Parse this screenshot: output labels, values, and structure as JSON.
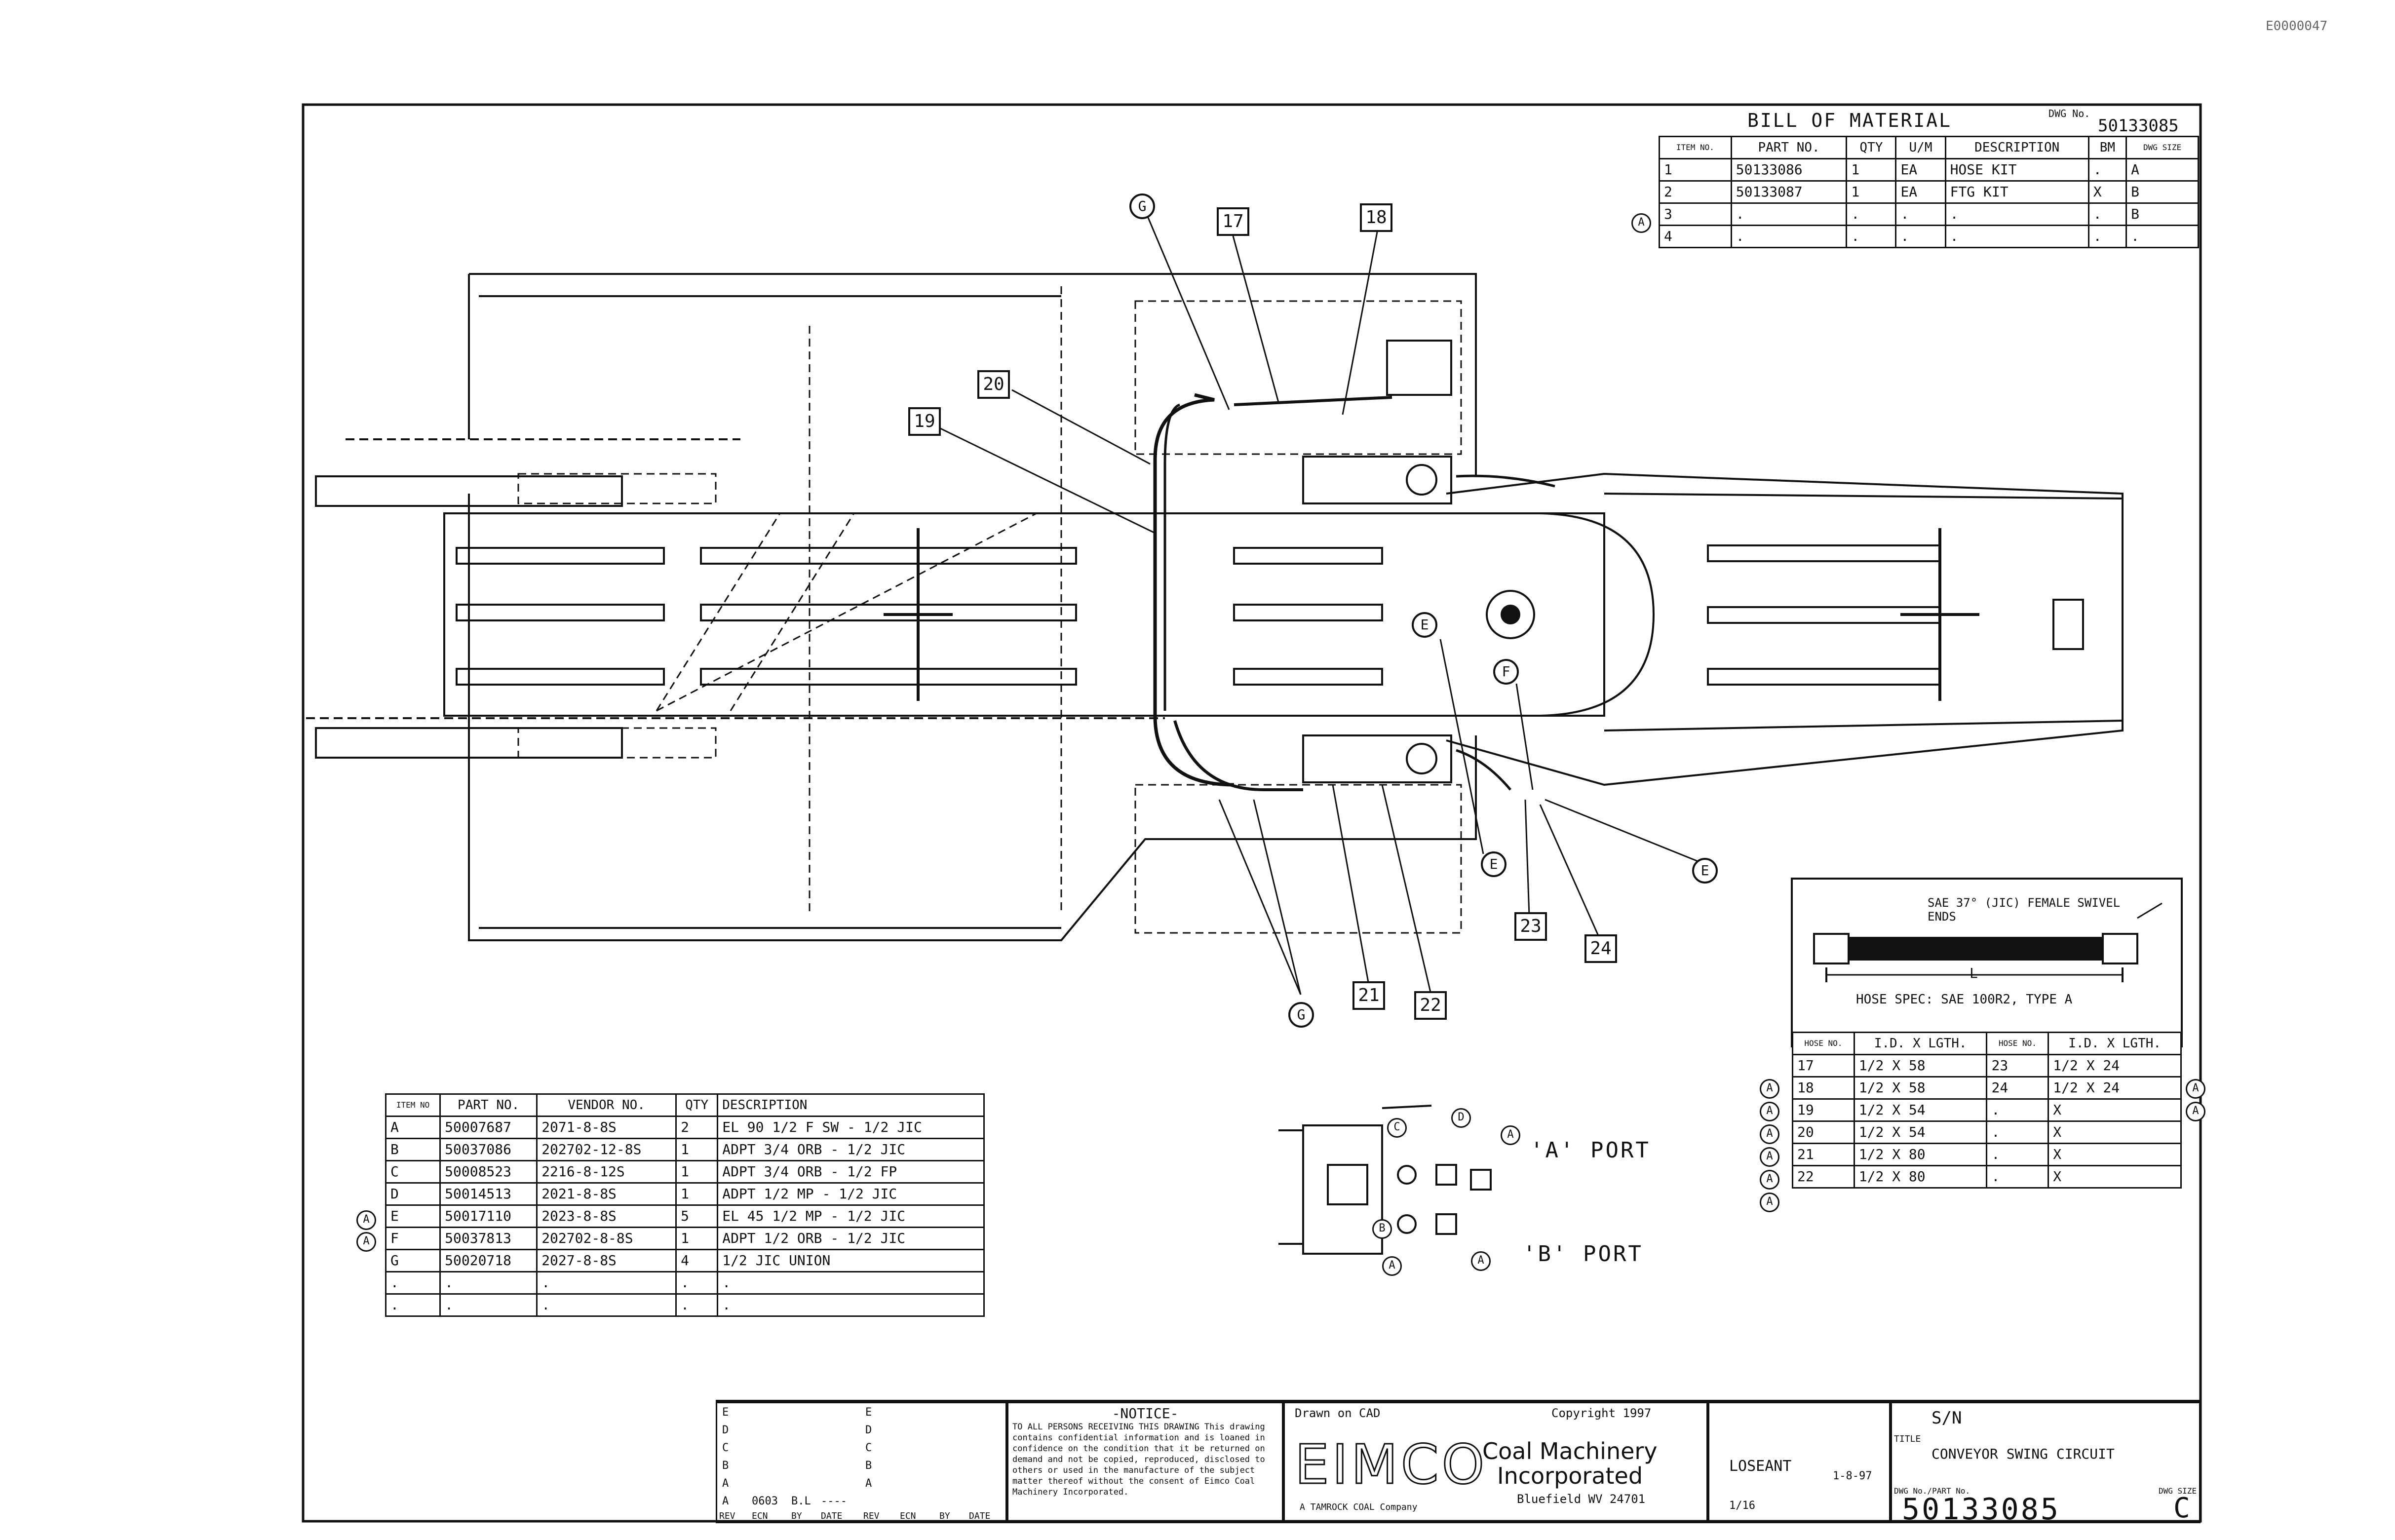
{
  "page_stamp": "E0000047",
  "bill_of_material": {
    "title": "BILL OF MATERIAL",
    "drawing_number_label": "DWG No.",
    "drawing_number": "50133085",
    "headers": [
      "ITEM NO.",
      "PART NO.",
      "QTY",
      "U/M",
      "DESCRIPTION",
      "BM",
      "DWG SIZE"
    ],
    "rows": [
      {
        "item": "1",
        "part": "50133086",
        "qty": "1",
        "um": "EA",
        "desc": "HOSE KIT",
        "bm": ".",
        "size": "A"
      },
      {
        "item": "2",
        "part": "50133087",
        "qty": "1",
        "um": "EA",
        "desc": "FTG KIT",
        "bm": "X",
        "size": "B"
      },
      {
        "item": "3",
        "part": ".",
        "qty": ".",
        "um": ".",
        "desc": ".",
        "bm": ".",
        "size": "B"
      },
      {
        "item": "4",
        "part": ".",
        "qty": ".",
        "um": ".",
        "desc": ".",
        "bm": ".",
        "size": "."
      }
    ],
    "revision_marker": "A"
  },
  "fitting_table": {
    "headers": [
      "ITEM NO",
      "PART NO.",
      "VENDOR NO.",
      "QTY",
      "DESCRIPTION"
    ],
    "rows": [
      {
        "item": "A",
        "part": "50007687",
        "vendor": "2071-8-8S",
        "qty": "2",
        "desc": "EL 90 1/2 F SW - 1/2 JIC",
        "rev": ""
      },
      {
        "item": "B",
        "part": "50037086",
        "vendor": "202702-12-8S",
        "qty": "1",
        "desc": "ADPT 3/4 ORB - 1/2 JIC",
        "rev": ""
      },
      {
        "item": "C",
        "part": "50008523",
        "vendor": "2216-8-12S",
        "qty": "1",
        "desc": "ADPT 3/4 ORB - 1/2 FP",
        "rev": ""
      },
      {
        "item": "D",
        "part": "50014513",
        "vendor": "2021-8-8S",
        "qty": "1",
        "desc": "ADPT 1/2 MP - 1/2 JIC",
        "rev": ""
      },
      {
        "item": "E",
        "part": "50017110",
        "vendor": "2023-8-8S",
        "qty": "5",
        "desc": "EL 45 1/2 MP - 1/2 JIC",
        "rev": "A"
      },
      {
        "item": "F",
        "part": "50037813",
        "vendor": "202702-8-8S",
        "qty": "1",
        "desc": "ADPT 1/2 ORB - 1/2 JIC",
        "rev": "A"
      },
      {
        "item": "G",
        "part": "50020718",
        "vendor": "2027-8-8S",
        "qty": "4",
        "desc": "1/2 JIC UNION",
        "rev": ""
      },
      {
        "item": ".",
        "part": ".",
        "vendor": ".",
        "qty": ".",
        "desc": ".",
        "rev": ""
      },
      {
        "item": ".",
        "part": ".",
        "vendor": ".",
        "qty": ".",
        "desc": ".",
        "rev": ""
      }
    ]
  },
  "hose_spec": {
    "ends_label": "SAE 37° (JIC) FEMALE SWIVEL ENDS",
    "length_label": "L",
    "spec_label": "HOSE SPEC: SAE 100R2, TYPE A",
    "headers": [
      "HOSE NO.",
      "I.D. X LGTH.",
      "HOSE NO.",
      "I.D. X LGTH."
    ],
    "rows": [
      {
        "n1": "17",
        "d1": "1/2 X 58",
        "n2": "23",
        "d2": "1/2 X 24",
        "rev1": "A",
        "rev2": "A"
      },
      {
        "n1": "18",
        "d1": "1/2 X 58",
        "n2": "24",
        "d2": "1/2 X 24",
        "rev1": "A",
        "rev2": "A"
      },
      {
        "n1": "19",
        "d1": "1/2 X 54",
        "n2": ".",
        "d2": "X",
        "rev1": "A",
        "rev2": ""
      },
      {
        "n1": "20",
        "d1": "1/2 X 54",
        "n2": ".",
        "d2": "X",
        "rev1": "A",
        "rev2": ""
      },
      {
        "n1": "21",
        "d1": "1/2 X 80",
        "n2": ".",
        "d2": "X",
        "rev1": "A",
        "rev2": ""
      },
      {
        "n1": "22",
        "d1": "1/2 X 80",
        "n2": ".",
        "d2": "X",
        "rev1": "A",
        "rev2": ""
      }
    ]
  },
  "callouts": {
    "hoses": [
      "17",
      "18",
      "19",
      "20",
      "21",
      "22",
      "23",
      "24"
    ],
    "fittings": [
      "G",
      "E",
      "F",
      "E",
      "E",
      "G"
    ]
  },
  "ports": {
    "a_port": "'A' PORT",
    "b_port": "'B' PORT",
    "letters": [
      "C",
      "D",
      "A",
      "B",
      "A",
      "A"
    ]
  },
  "title_block": {
    "revision_letters": [
      "E",
      "D",
      "C",
      "B",
      "A"
    ],
    "rev_row": {
      "rev": "A",
      "ecn": "0603",
      "by": "B.L",
      "date": "----"
    },
    "rev_headers": [
      "REV",
      "ECN",
      "BY",
      "DATE",
      "REV",
      "ECN",
      "BY",
      "DATE"
    ],
    "right_letters": [
      "E",
      "D",
      "C",
      "B",
      "A"
    ],
    "notice_title": "-NOTICE-",
    "notice_text": "TO ALL PERSONS RECEIVING THIS DRAWING This drawing contains confidential information and is loaned in confidence on the condition that it be returned on demand and not be copied, reproduced, disclosed to others or used in the manufacture of the subject matter thereof without the consent of Eimco Coal Machinery Incorporated.",
    "drawn_on": "Drawn on CAD",
    "copyright": "Copyright 1997",
    "company_logo": "EIMCO",
    "company_sub": "A TAMROCK COAL Company",
    "company_name_1": "Coal Machinery",
    "company_name_2": "Incorporated",
    "company_city": "Bluefield WV 24701",
    "drawn_by": "LOSEANT",
    "date": "1-8-97",
    "scale": "1/16",
    "sn_label": "S/N",
    "title_label": "TITLE",
    "title": "CONVEYOR SWING CIRCUIT",
    "dwg_no_label": "DWG No./PART No.",
    "dwg_no": "50133085",
    "size_label": "DWG SIZE",
    "size": "C"
  }
}
